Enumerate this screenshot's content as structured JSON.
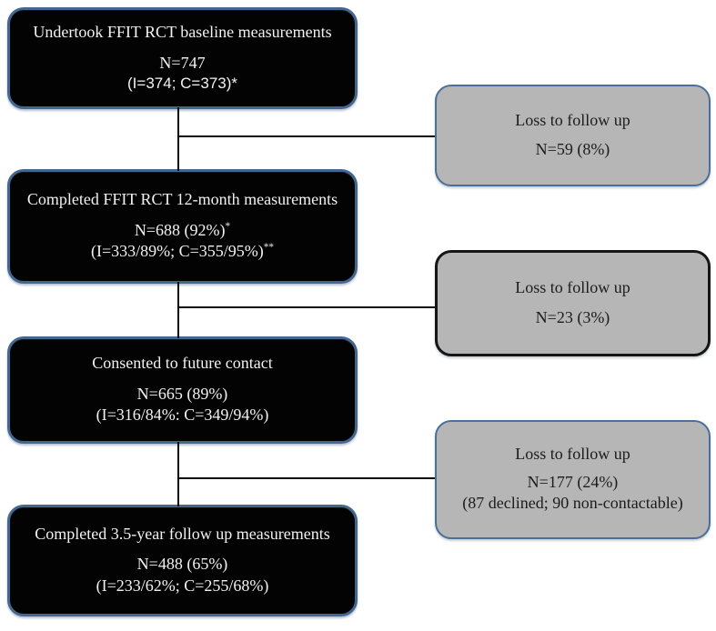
{
  "diagram": {
    "colors": {
      "background": "#ffffff",
      "main_box_fill": "#030303",
      "main_box_border": "#44678f",
      "main_box_text": "#f2f2f2",
      "side_box_fill": "#b6b6b6",
      "side_box_border_blue": "#4a6f99",
      "side_box_border_black": "#161616",
      "side_box_text": "#1c1c1c",
      "connector": "#0a0a0a"
    },
    "main_boxes": [
      {
        "title": "Undertook FFIT RCT baseline measurements",
        "n_line": "N=747",
        "n_sup": "",
        "detail_line": "(I=374; C=373)*",
        "detail_sup": ""
      },
      {
        "title": "Completed FFIT RCT 12-month measurements",
        "n_line": "N=688 (92%)",
        "n_sup": "*",
        "detail_line": "(I=333/89%; C=355/95%)",
        "detail_sup": "**"
      },
      {
        "title": "Consented to future contact",
        "n_line": "N=665 (89%)",
        "n_sup": "",
        "detail_line": "(I=316/84%: C=349/94%)",
        "detail_sup": ""
      },
      {
        "title": "Completed 3.5-year follow up measurements",
        "n_line": "N=488 (65%)",
        "n_sup": "",
        "detail_line": "(I=233/62%; C=255/68%)",
        "detail_sup": ""
      }
    ],
    "side_boxes": [
      {
        "title": "Loss to follow up",
        "n_line": "N=59 (8%)",
        "detail_line": ""
      },
      {
        "title": "Loss to follow up",
        "n_line": "N=23 (3%)",
        "detail_line": ""
      },
      {
        "title": "Loss to follow up",
        "n_line": "N=177 (24%)",
        "detail_line": "(87 declined; 90 non-contactable)"
      }
    ]
  }
}
